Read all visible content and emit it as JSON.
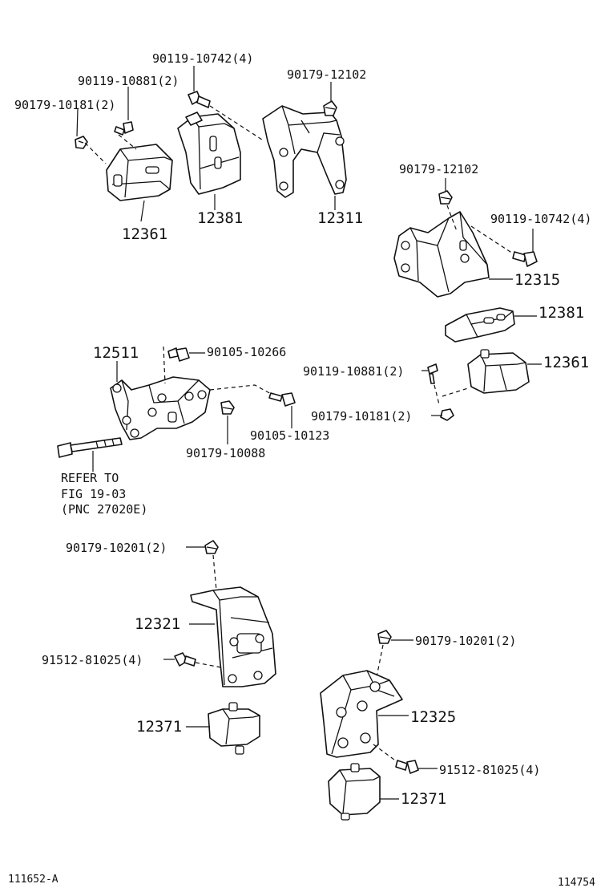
{
  "labels": {
    "p_90119_10742_a": "90119-10742(4)",
    "p_90119_10881_a": "90119-10881(2)",
    "p_90179_10181_a": "90179-10181(2)",
    "p_90179_12102_a": "90179-12102",
    "r_12361_a": "12361",
    "r_12381_a": "12381",
    "r_12311": "12311",
    "p_90179_12102_b": "90179-12102",
    "p_90119_10742_b": "90119-10742(4)",
    "r_12315": "12315",
    "r_12381_b": "12381",
    "r_12361_b": "12361",
    "p_90119_10881_b": "90119-10881(2)",
    "p_90179_10181_b": "90179-10181(2)",
    "r_12511": "12511",
    "p_90105_10266": "90105-10266",
    "p_90105_10123": "90105-10123",
    "p_90179_10088": "90179-10088",
    "refer_line1": "REFER TO",
    "refer_line2": "FIG 19-03",
    "refer_line3": "(PNC 27020E)",
    "p_90179_10201_a": "90179-10201(2)",
    "r_12321": "12321",
    "p_91512_81025_a": "91512-81025(4)",
    "r_12371_a": "12371",
    "p_90179_10201_b": "90179-10201(2)",
    "r_12325": "12325",
    "p_91512_81025_b": "91512-81025(4)",
    "r_12371_b": "12371",
    "footer_left": "111652-A",
    "footer_right": "114754"
  }
}
